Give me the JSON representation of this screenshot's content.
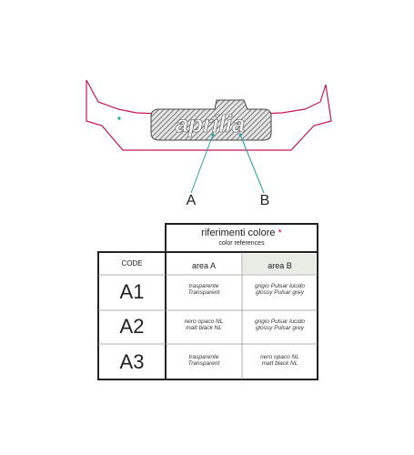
{
  "diagram": {
    "logo_text": "aprilia",
    "callouts": [
      {
        "id": "A",
        "label": "A"
      },
      {
        "id": "B",
        "label": "B"
      }
    ],
    "colors": {
      "outline": "#c2185b",
      "leader": "#2a9d9d",
      "logo_fill": "#e8e8e8",
      "logo_hatch": "#555555",
      "table_border": "#222222",
      "area_b_header": "#e9ece4"
    }
  },
  "table": {
    "title": "riferimenti colore",
    "title_marker": "*",
    "subtitle": "color references",
    "code_header": "CODE",
    "area_headers": [
      "area A",
      "area B"
    ],
    "rows": [
      {
        "code": "A1",
        "area_a": [
          "trasparente",
          "Transparent"
        ],
        "area_b": [
          "grigio Pulsar lucido",
          "glossy Pulsar grey"
        ]
      },
      {
        "code": "A2",
        "area_a": [
          "nero opaco NL",
          "matt black NL"
        ],
        "area_b": [
          "grigio Pulsar lucido",
          "glossy Pulsar grey"
        ]
      },
      {
        "code": "A3",
        "area_a": [
          "trasparente",
          "Transparent"
        ],
        "area_b": [
          "nero opaco NL",
          "matt black NL"
        ]
      }
    ]
  }
}
